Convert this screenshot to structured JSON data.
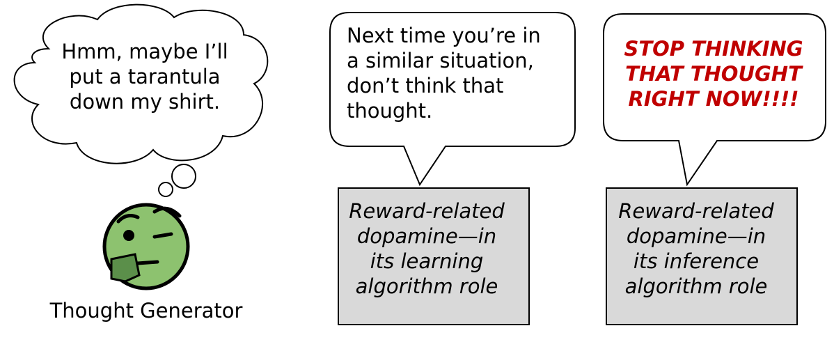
{
  "thought_generator": {
    "thought_lines": [
      "Hmm, maybe I’ll",
      "put a tarantula",
      "down my shirt."
    ],
    "label": "Thought Generator",
    "emoji_icon": "thinking-face-icon",
    "face_color": "#8dc26f",
    "hand_color": "#5b8f4a"
  },
  "learning_path": {
    "speech_lines": [
      "Next time you’re in",
      "a similar situation,",
      "don’t think that",
      "thought."
    ],
    "box_lines": [
      "Reward-related",
      "dopamine—in",
      "its learning",
      "algorithm role"
    ]
  },
  "inference_path": {
    "speech_lines": [
      "STOP THINKING",
      "THAT THOUGHT",
      "RIGHT NOW!!!!"
    ],
    "speech_color": "#c00000",
    "box_lines": [
      "Reward-related",
      "dopamine—in",
      "its inference",
      "algorithm role"
    ]
  },
  "box_fill": "#d9d9d9"
}
